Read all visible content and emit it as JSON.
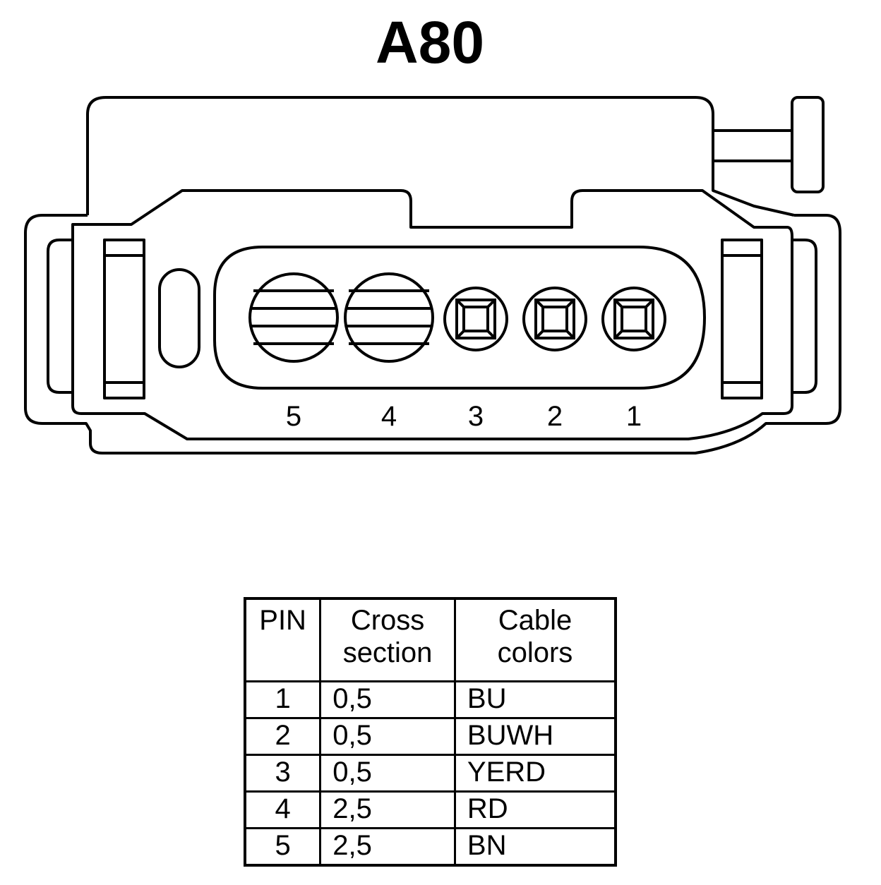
{
  "title": "A80",
  "connector": {
    "pin_labels": [
      "5",
      "4",
      "3",
      "2",
      "1"
    ]
  },
  "table": {
    "headers": {
      "pin": "PIN",
      "cross_section": [
        "Cross",
        "section"
      ],
      "cable_colors": [
        "Cable",
        "colors"
      ]
    },
    "rows": [
      {
        "pin": "1",
        "cross_section": "0,5",
        "color": "BU"
      },
      {
        "pin": "2",
        "cross_section": "0,5",
        "color": "BUWH"
      },
      {
        "pin": "3",
        "cross_section": "0,5",
        "color": "YERD"
      },
      {
        "pin": "4",
        "cross_section": "2,5",
        "color": "RD"
      },
      {
        "pin": "5",
        "cross_section": "2,5",
        "color": "BN"
      }
    ]
  }
}
